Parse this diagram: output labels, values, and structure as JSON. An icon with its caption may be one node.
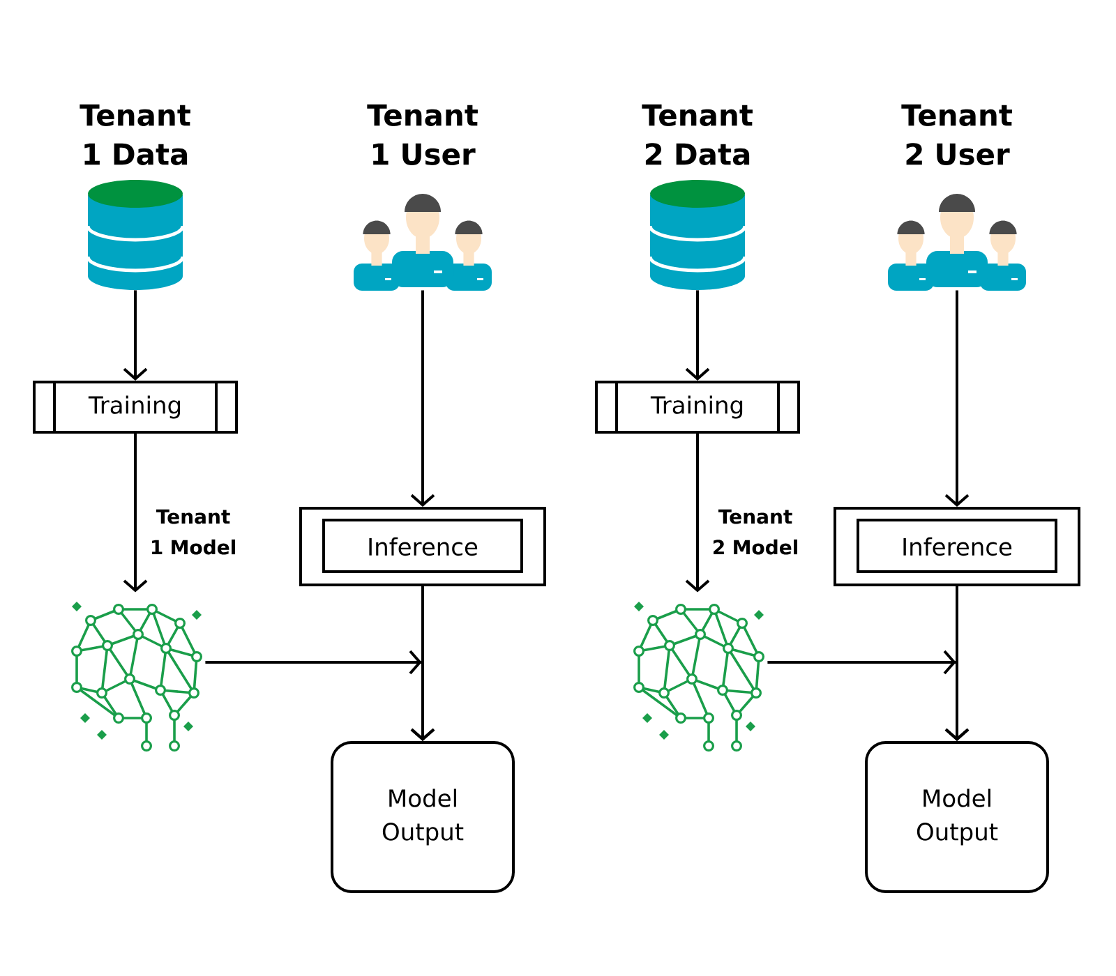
{
  "diagram": {
    "nodes": [
      {
        "text": [
          "Tenant 1 Data"
        ]
      },
      {
        "text": [
          "Tenant 1 User"
        ]
      },
      {
        "text": [
          "Tenant 2 Data"
        ]
      },
      {
        "text": [
          "Tenant 2 User"
        ]
      },
      {
        "text": [
          "Training"
        ]
      },
      {
        "text": [
          "Training"
        ]
      },
      {
        "text": [
          "Inference"
        ]
      },
      {
        "text": [
          "Inference"
        ]
      },
      {
        "text": [],
        "shape": "picture"
      },
      {
        "text": [],
        "shape": "picture"
      },
      {
        "text": [
          "Model Output"
        ]
      },
      {
        "text": [
          "Model Output"
        ]
      }
    ],
    "edges": [
      {
        "from": 0,
        "to": 4,
        "arrow": "to"
      },
      {
        "from": 1,
        "to": 6,
        "arrow": "to"
      },
      {
        "from": 4,
        "to": 8,
        "arrow": "to",
        "label": "Tenant 1 Model"
      },
      {
        "from": 6,
        "to": 10,
        "arrow": "to"
      },
      {
        "from": 8,
        "to": 10,
        "arrow": "to"
      },
      {
        "from": 2,
        "to": 5,
        "arrow": "to"
      },
      {
        "from": 3,
        "to": 7,
        "arrow": "to"
      },
      {
        "from": 5,
        "to": 9,
        "arrow": "to",
        "label": "Tenant 2 Model"
      },
      {
        "from": 7,
        "to": 11,
        "arrow": "to"
      },
      {
        "from": 9,
        "to": 11,
        "arrow": "to"
      }
    ]
  }
}
